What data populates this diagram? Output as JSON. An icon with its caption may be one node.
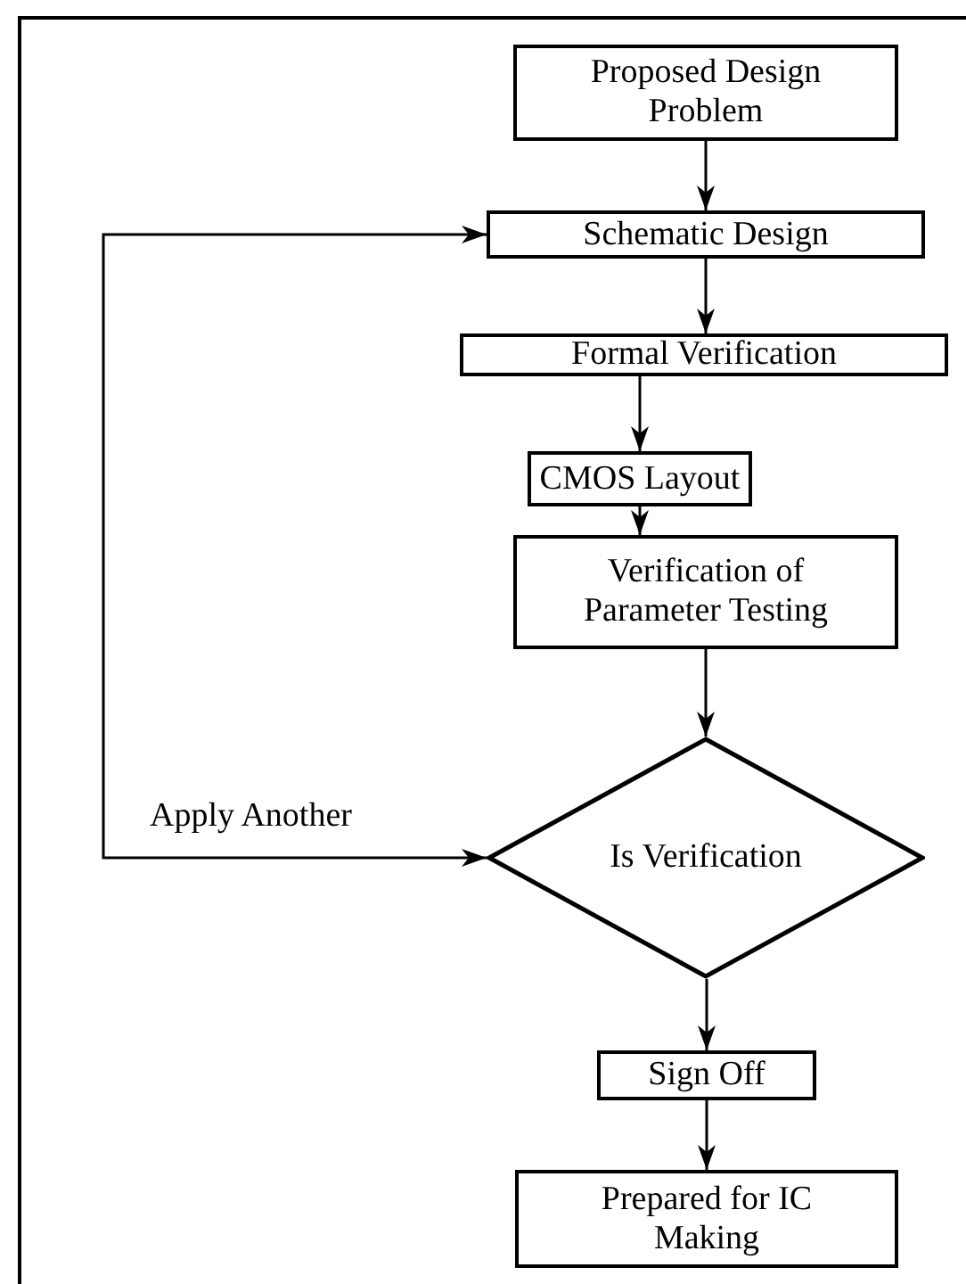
{
  "diagram": {
    "nodes": [
      {
        "text": [
          "Proposed Design Problem"
        ]
      },
      {
        "text": [
          "Schematic Design"
        ]
      },
      {
        "text": [
          "Formal Verification"
        ]
      },
      {
        "text": [
          "CMOS Layout"
        ]
      },
      {
        "text": [
          "Verification of Parameter Testing"
        ]
      },
      {
        "text": [
          "Is Verification"
        ]
      },
      {
        "text": [
          "Sign Off"
        ]
      },
      {
        "text": [
          "Prepared for IC Making"
        ]
      }
    ],
    "edges": [
      {
        "from": 0,
        "to": 1,
        "arrow": "to"
      },
      {
        "from": 1,
        "to": 2,
        "arrow": "to"
      },
      {
        "from": 2,
        "to": 3,
        "arrow": "to"
      },
      {
        "from": 3,
        "to": 4,
        "arrow": "to"
      },
      {
        "from": 4,
        "to": 5,
        "arrow": "to"
      },
      {
        "from": 5,
        "to": 6,
        "arrow": "to"
      },
      {
        "from": 6,
        "to": 7,
        "arrow": "to"
      },
      {
        "from": 5,
        "to": 1,
        "arrow": "both",
        "label": "Apply Another"
      }
    ]
  }
}
